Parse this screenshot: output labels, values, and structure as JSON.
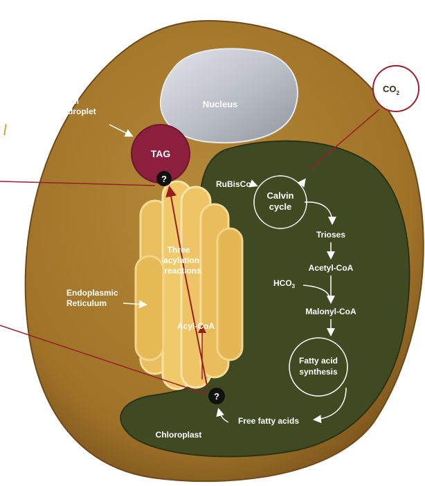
{
  "labels": {
    "nucleus": "Nucleus",
    "oil_droplet_1": "Oil",
    "oil_droplet_2": "droplet",
    "tag": "TAG",
    "question_top": "?",
    "question_bottom": "?",
    "er_1": "Endoplasmic",
    "er_2": "Reticulum",
    "three_1": "Three",
    "three_2": "acylation",
    "three_3": "reactions",
    "acyl_coa": "Acyl-CoA",
    "chloroplast": "Chloroplast",
    "rubisco": "RuBisCo",
    "calvin_1": "Calvin",
    "calvin_2": "cycle",
    "trioses": "Trioses",
    "acetyl_coa": "Acetyl-CoA",
    "hco3": "HCO",
    "hco3_sub": "3",
    "malonyl_coa": "Malonyl-CoA",
    "fas_1": "Fatty acid",
    "fas_2": "synthesis",
    "free_fatty_acids": "Free fatty acids",
    "co2": "CO",
    "co2_sub": "2",
    "edge_fragment": "l"
  },
  "colors": {
    "cell": "#a97c2c",
    "cell_edge": "#6e4a1a",
    "chloroplast": "#3f4a22",
    "er": "#f0c96a",
    "tag": "#8c1f3d",
    "nucleus": "#c9ccd2",
    "arrow_red": "#9b1c1c",
    "co2_ring": "#9b1c2c"
  }
}
